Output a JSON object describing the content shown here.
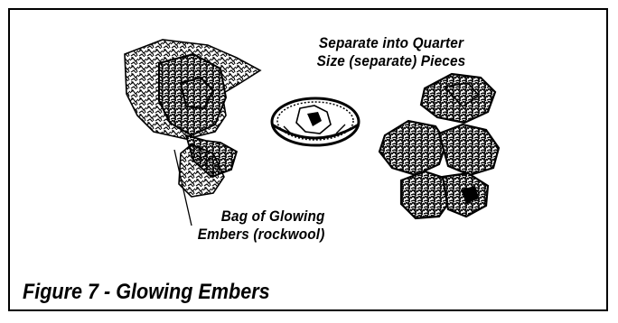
{
  "figure": {
    "label_separate_line1": "Separate into Quarter",
    "label_separate_line2": "Size (separate) Pieces",
    "label_bag_line1": "Bag of Glowing",
    "label_bag_line2": "Embers (rockwool)",
    "caption": "Figure 7 - Glowing Embers"
  }
}
